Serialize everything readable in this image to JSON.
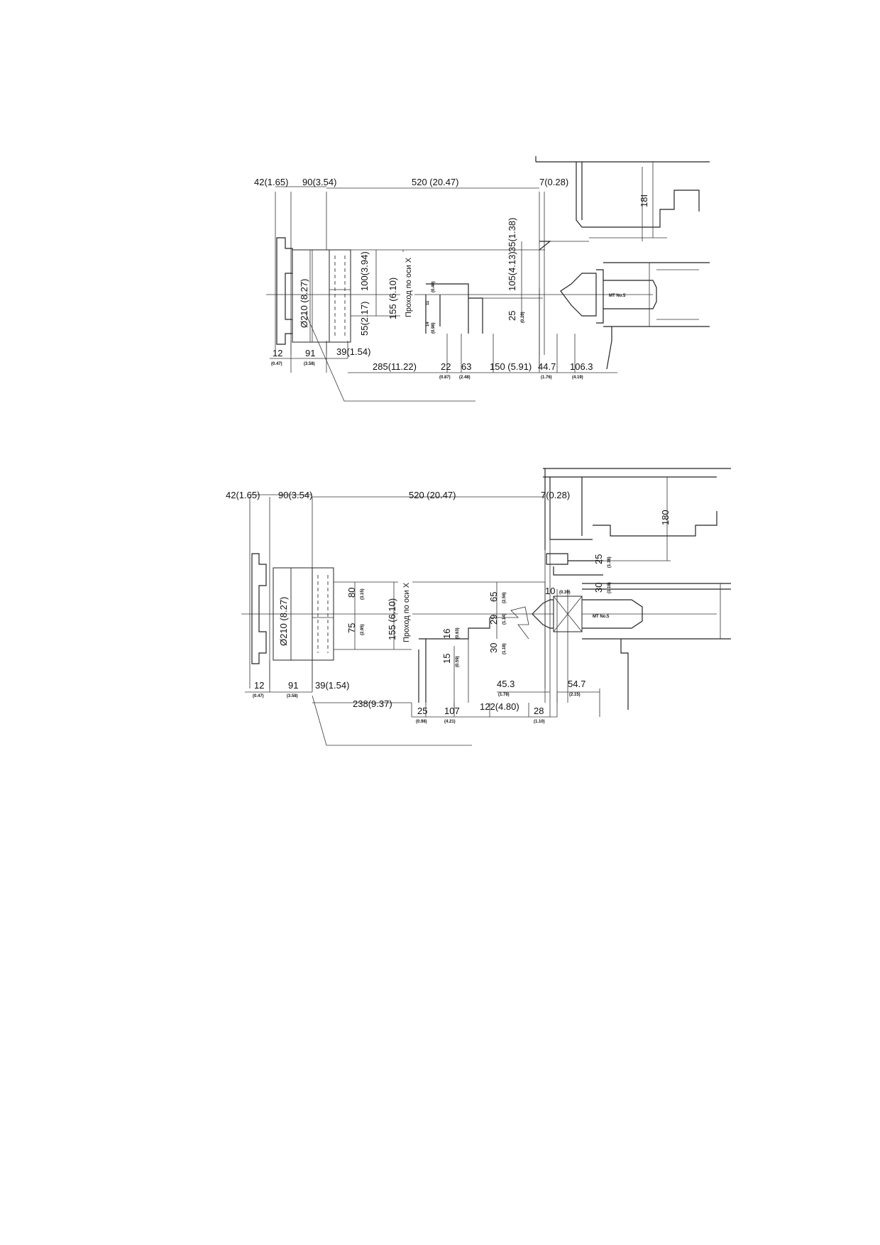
{
  "diagram1": {
    "top_labels": [
      "42(1.65)",
      "90(3.54)",
      "520 (20.47)",
      "7(0.28)"
    ],
    "vertical_labels": [
      "Ø210 (8.27)",
      "100(3.94)",
      "55(2.17)",
      "155 (6.10)",
      "35(1.38)",
      "105(4.13)",
      "25",
      "18I"
    ],
    "small_labels": [
      "(0.40)",
      "(0.20)",
      "11",
      "14",
      "(0.98)",
      "MT No.5"
    ],
    "bottom_labels": [
      "12",
      "91",
      "39(1.54)",
      "285(11.22)",
      "22",
      "63",
      "150 (5.91)",
      "44.7",
      "106.3"
    ],
    "bottom_sub": [
      "(0.47)",
      "(3.58)",
      "(0.87)",
      "(2.48)",
      "(1.76)",
      "(4.19)"
    ],
    "axis_label": "Проход по оси X"
  },
  "diagram2": {
    "top_labels": [
      "42(1.65)",
      "90(3.54)",
      "520 (20.47)",
      "7(0.28)"
    ],
    "vertical_labels": [
      "Ø210 (8.27)",
      "80",
      "75",
      "155 (6.10)",
      "16",
      "15",
      "29",
      "65",
      "30",
      "180",
      "25",
      "30"
    ],
    "small_labels": [
      "(3.15)",
      "(2.95)",
      "(0.63)",
      "(0.59)",
      "(1.14)",
      "(2.56)",
      "(1.18)",
      "(1.18)",
      "(1.38)",
      "10",
      "(0.39)",
      "MT No.5"
    ],
    "bottom_labels": [
      "12",
      "91",
      "39(1.54)",
      "238(9.37)",
      "25",
      "107",
      "122(4.80)",
      "28",
      "45.3",
      "54.7"
    ],
    "bottom_sub": [
      "(0.47)",
      "(3.58)",
      "(0.98)",
      "(4.21)",
      "(1.10)",
      "(1.78)",
      "(2.15)"
    ],
    "axis_label": "Проход по оси X"
  }
}
